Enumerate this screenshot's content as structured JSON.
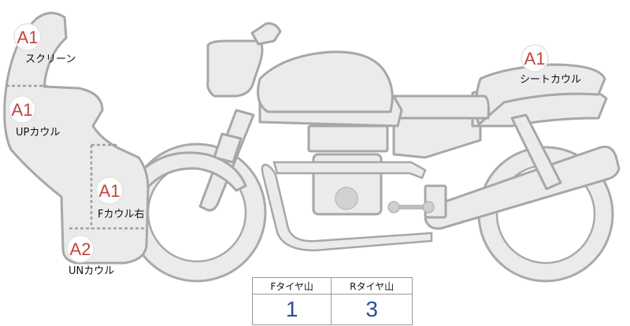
{
  "labels": {
    "screen": {
      "grade": "A1",
      "name": "スクリーン"
    },
    "up_cowl": {
      "grade": "A1",
      "name": "UPカウル"
    },
    "f_cowl_right": {
      "grade": "A1",
      "name": "Fカウル右"
    },
    "un_cowl": {
      "grade": "A2",
      "name": "UNカウル"
    },
    "seat_cowl": {
      "grade": "A1",
      "name": "シートカウル"
    }
  },
  "tire_table": {
    "headers": [
      "Fタイヤ山",
      "Rタイヤ山"
    ],
    "values": [
      "1",
      "3"
    ]
  },
  "colors": {
    "grade": "#c0453f",
    "tire_value": "#2b4f9c",
    "part_fill": "#ebebeb",
    "part_outline": "#a7a7a7"
  }
}
